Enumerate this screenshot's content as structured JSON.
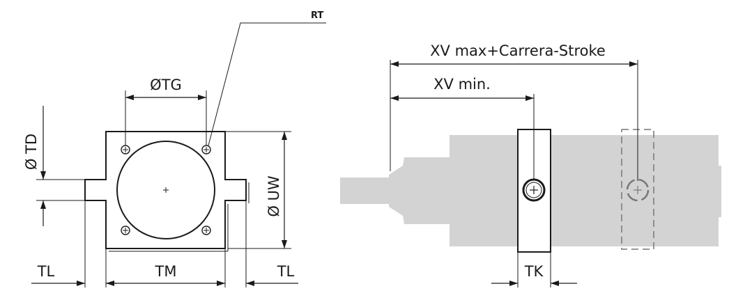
{
  "colors": {
    "ink": "#1a1a1a",
    "body": "#d3d3d3",
    "background": "#ffffff"
  },
  "front_view": {
    "labels": {
      "rt": "RT",
      "tg": "ØTG",
      "td": "Ø TD",
      "uw": "Ø UW",
      "tl_left": "TL",
      "tm": "TM",
      "tl_right": "TL"
    }
  },
  "side_view": {
    "labels": {
      "xv_max": "XV max+Carrera-Stroke",
      "xv_min": "XV min.",
      "tk": "TK"
    }
  }
}
